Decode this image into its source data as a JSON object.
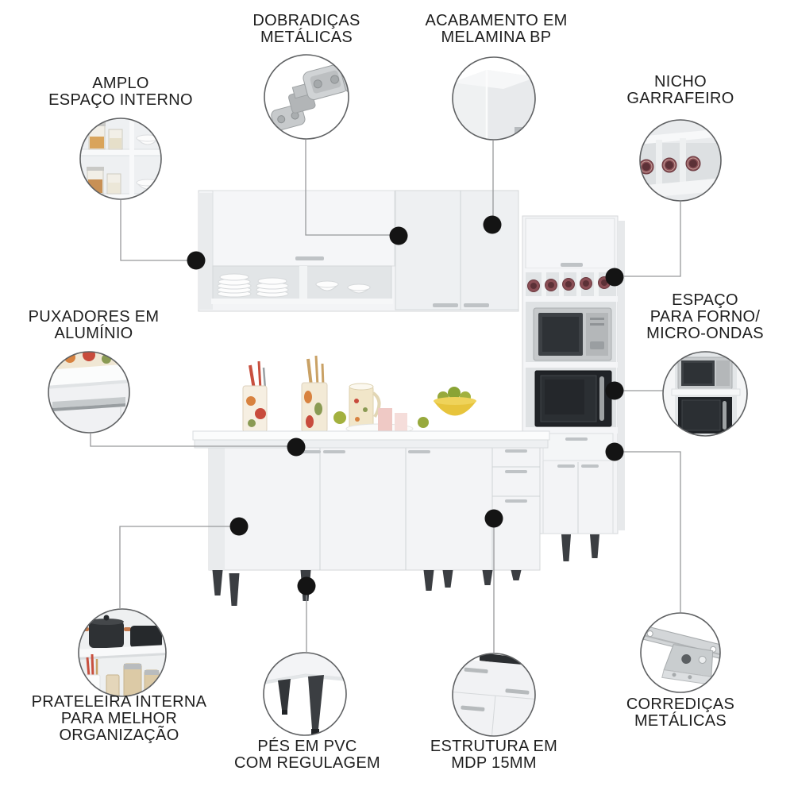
{
  "callouts": [
    {
      "key": "amplo-espaco-interno",
      "label": "AMPLO\nESPAÇO INTERNO",
      "icon": "shelf-jars-icon"
    },
    {
      "key": "dobradicas-metalicas",
      "label": "DOBRADIÇAS\nMETÁLICAS",
      "icon": "hinge-icon"
    },
    {
      "key": "acabamento-melamina",
      "label": "ACABAMENTO EM\nMELAMINA BP",
      "icon": "melamine-corner-icon"
    },
    {
      "key": "nicho-garrafeiro",
      "label": "NICHO\nGARRAFEIRO",
      "icon": "bottle-rack-icon"
    },
    {
      "key": "puxadores-aluminio",
      "label": "PUXADORES EM\nALUMÍNIO",
      "icon": "aluminum-handle-icon"
    },
    {
      "key": "espaco-forno-micro-ondas",
      "label": "ESPAÇO\nPARA FORNO/\nMICRO-ONDAS",
      "icon": "oven-microwave-icon"
    },
    {
      "key": "prateleira-interna",
      "label": "PRATELEIRA INTERNA\nPARA MELHOR\nORGANIZAÇÃO",
      "icon": "pots-shelf-icon"
    },
    {
      "key": "pes-pvc",
      "label": "PÉS EM PVC\nCOM REGULAGEM",
      "icon": "pvc-feet-icon"
    },
    {
      "key": "estrutura-mdp",
      "label": "ESTRUTURA EM\nMDP 15MM",
      "icon": "mdp-structure-icon"
    },
    {
      "key": "corredicas-metalicas",
      "label": "CORREDIÇAS\nMETÁLICAS",
      "icon": "drawer-slide-icon"
    }
  ],
  "colors": {
    "background": "#ffffff",
    "text": "#1e1e1e",
    "leader_line": "#97999b",
    "dot": "#141414",
    "circle_stroke": "#5f6163",
    "cabinet": "#f3f4f6",
    "cabinet_border": "#d4d7d9",
    "legs": "#3b3e42",
    "bottle": "#8a4e55",
    "microwave": "#c6c9cb",
    "oven": "#202327",
    "bowl_yellow": "#e7c43c"
  }
}
